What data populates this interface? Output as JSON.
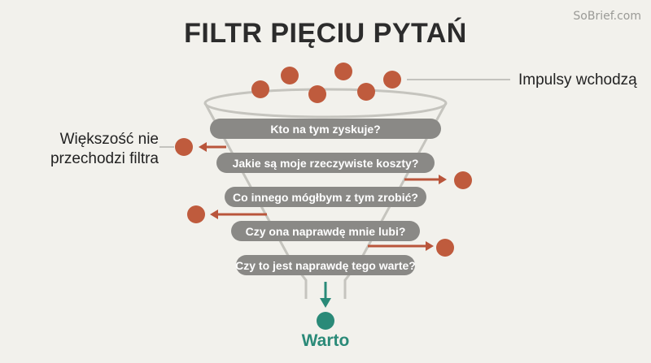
{
  "brand": "SoBrief.com",
  "title": "FILTR PIĘCIU PYTAŃ",
  "labels": {
    "incoming": "Impulsy wchodzą",
    "rejected": "Większość nie przechodzi filtra",
    "result": "Warto"
  },
  "questions": [
    "Kto na tym zyskuje?",
    "Jakie są moje rzeczywiste koszty?",
    "Co innego mógłbym z tym zrobić?",
    "Czy ona naprawdę mnie lubi?",
    "Czy to jest naprawdę tego warte?"
  ],
  "colors": {
    "impulse": "#bf5b3d",
    "arrow": "#b9553b",
    "funnel": "#c5c4be",
    "bar": "#8a8986",
    "accent": "#2a8a78"
  }
}
